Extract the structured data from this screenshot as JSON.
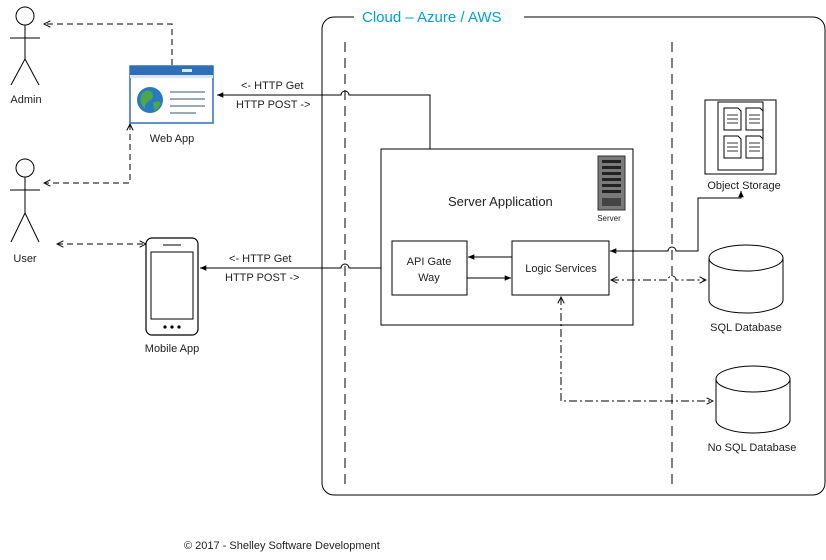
{
  "cloud_title": "Cloud – Azure / AWS",
  "actors": {
    "admin": "Admin",
    "user": "User"
  },
  "clients": {
    "web_app": "Web App",
    "mobile_app": "Mobile App"
  },
  "protocols": {
    "web_get": "<- HTTP Get",
    "web_post": "HTTP POST ->",
    "mobile_get": "<- HTTP Get",
    "mobile_post": "HTTP POST ->"
  },
  "server": {
    "title": "Server Application",
    "icon_label": "Server",
    "api_gateway_line1": "API Gate",
    "api_gateway_line2": "Way",
    "logic_services": "Logic Services"
  },
  "storage": {
    "object_storage": "Object Storage",
    "sql_database": "SQL Database",
    "nosql_database": "No SQL Database"
  },
  "footer": "© 2017 - Shelley Software Development",
  "colors": {
    "cloud_title": "#00a0d6",
    "line": "#000000",
    "globe_blue": "#2a78c2",
    "globe_green": "#4aa84a",
    "window_bar": "#2f6fb5"
  }
}
